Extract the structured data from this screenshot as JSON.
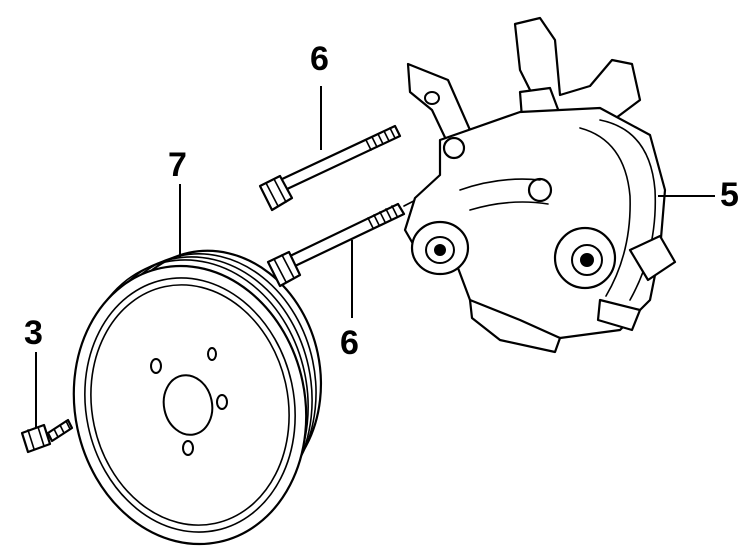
{
  "callouts": {
    "bolt_small": "3",
    "pump": "5",
    "bolt_long_upper": "6",
    "bolt_long_lower": "6",
    "pulley": "7"
  }
}
